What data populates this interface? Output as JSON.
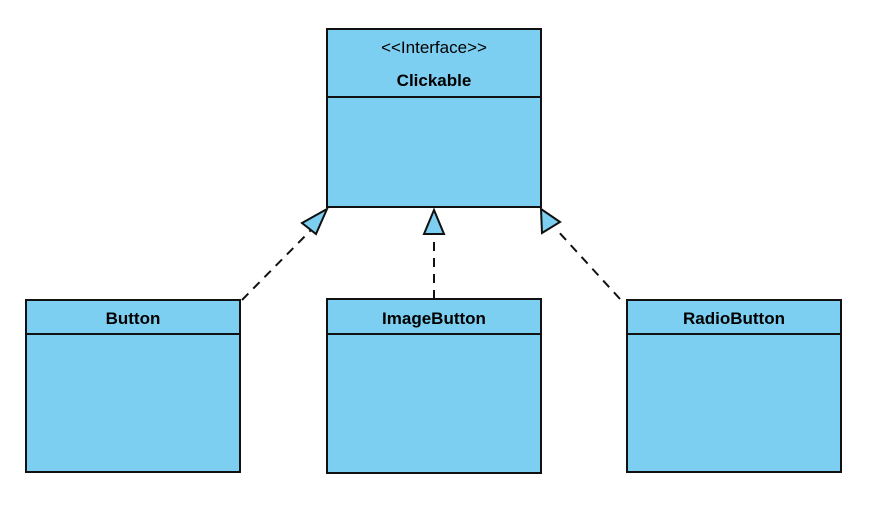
{
  "diagram": {
    "type": "UML class diagram",
    "colors": {
      "class_fill": "#7dcff2",
      "outline": "#111111",
      "text": "#000000"
    },
    "interface": {
      "stereotype": "<<Interface>>",
      "name": "Clickable"
    },
    "classes": [
      {
        "name": "Button"
      },
      {
        "name": "ImageButton"
      },
      {
        "name": "RadioButton"
      }
    ],
    "relationships": [
      {
        "from": "Button",
        "to": "Clickable",
        "kind": "realization"
      },
      {
        "from": "ImageButton",
        "to": "Clickable",
        "kind": "realization"
      },
      {
        "from": "RadioButton",
        "to": "Clickable",
        "kind": "realization"
      }
    ]
  }
}
